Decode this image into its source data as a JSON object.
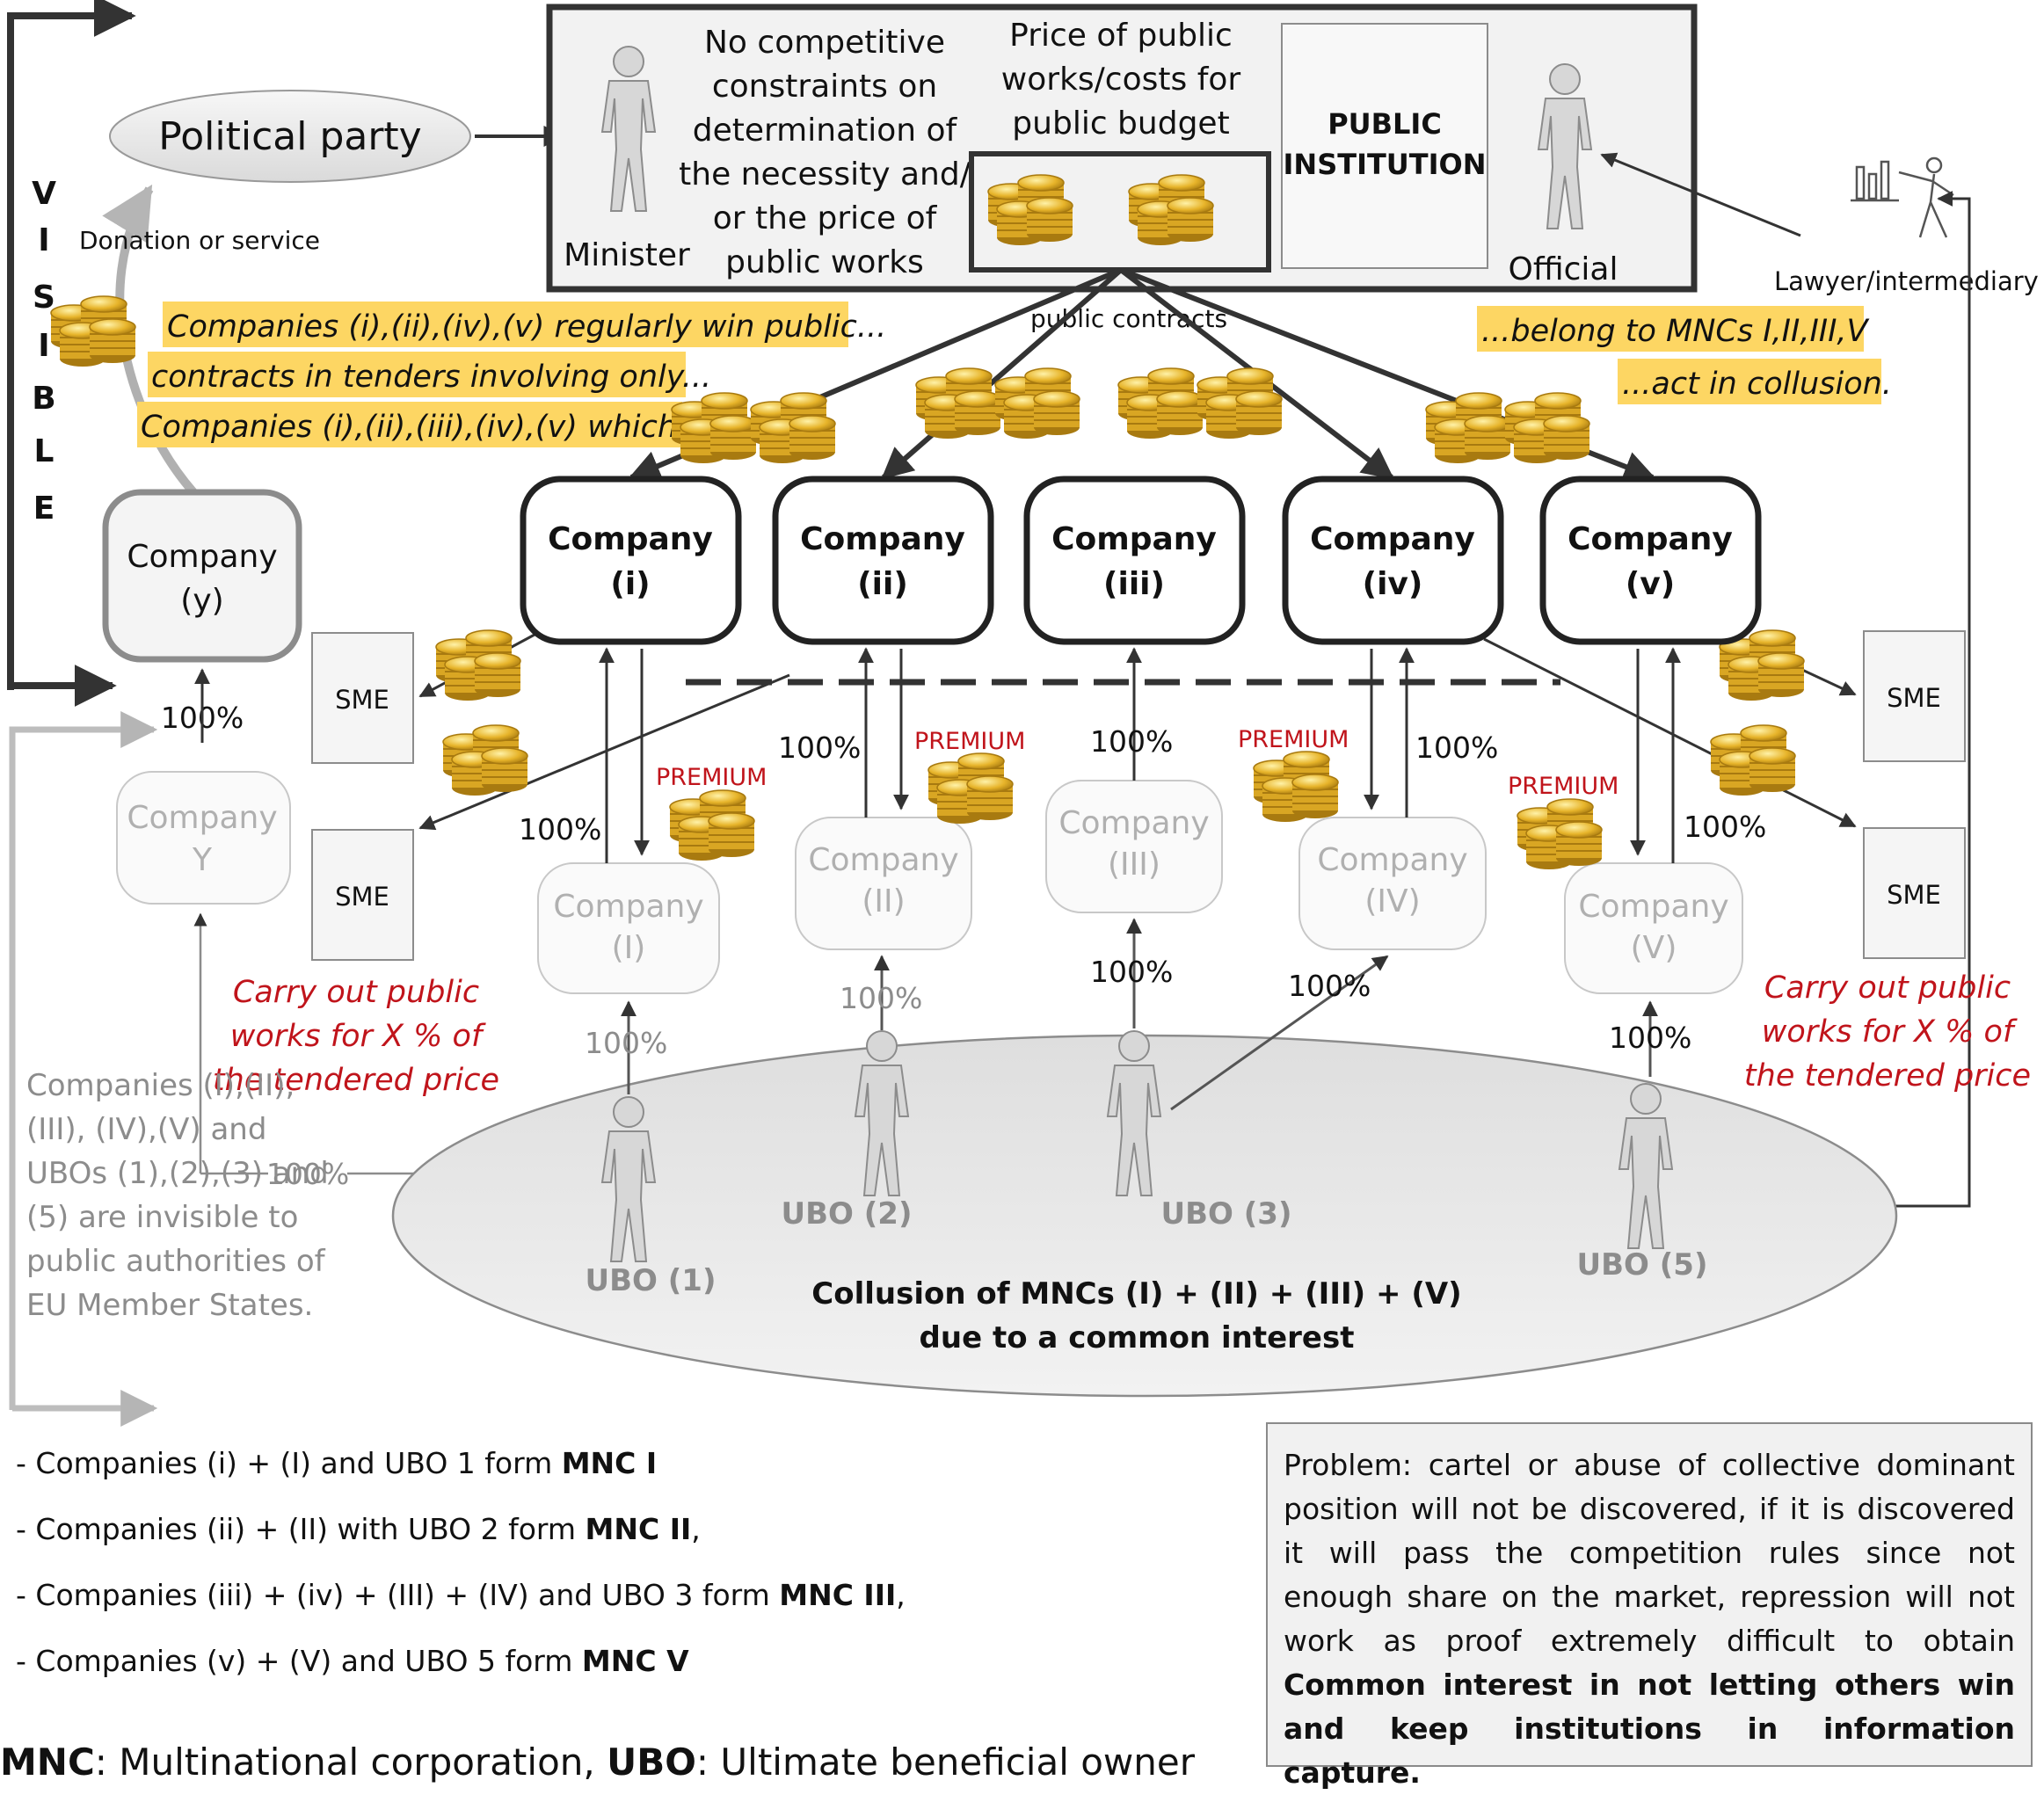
{
  "diagram": {
    "visible_letters": [
      "V",
      "I",
      "S",
      "I",
      "B",
      "L",
      "E"
    ],
    "political_party": "Political party",
    "donation_label": "Donation or service",
    "minister_label": "Minister",
    "no_competitive_lines": [
      "No competitive",
      "constraints on",
      "determination of",
      "the necessity and/",
      "or the price of",
      "public works"
    ],
    "price_lines": [
      "Price of public",
      "works/costs for",
      "public budget"
    ],
    "public_institution_lines": [
      "PUBLIC",
      "INSTITUTION"
    ],
    "official_label": "Official",
    "lawyer_label": "Lawyer/intermediary",
    "public_contracts_label": "public contracts",
    "highlight_left": [
      "Companies (i),(ii),(iv),(v) regularly win public...",
      "contracts in tenders involving only...",
      "Companies (i),(ii),(iii),(iv),(v) which..."
    ],
    "highlight_right": [
      "...belong to MNCs I,II,III,V",
      "...act in collusion."
    ],
    "companies_visible": [
      {
        "line1": "Company",
        "line2": "(i)"
      },
      {
        "line1": "Company",
        "line2": "(ii)"
      },
      {
        "line1": "Company",
        "line2": "(iii)"
      },
      {
        "line1": "Company",
        "line2": "(iv)"
      },
      {
        "line1": "Company",
        "line2": "(v)"
      }
    ],
    "company_y": {
      "line1": "Company",
      "line2": "(y)"
    },
    "company_Y": {
      "line1": "Company",
      "line2": "Y"
    },
    "companies_hidden": [
      {
        "line1": "Company",
        "line2": "(I)"
      },
      {
        "line1": "Company",
        "line2": "(II)"
      },
      {
        "line1": "Company",
        "line2": "(III)"
      },
      {
        "line1": "Company",
        "line2": "(IV)"
      },
      {
        "line1": "Company",
        "line2": "(V)"
      }
    ],
    "sme_label": "SME",
    "premium_label": "PREMIUM",
    "percent_label": "100%",
    "carry_out_lines": [
      "Carry out public",
      "works for X % of",
      "the tendered price"
    ],
    "ubo_labels": [
      "UBO (1)",
      "UBO (2)",
      "UBO (3)",
      "UBO (5)"
    ],
    "collusion_lines": [
      "Collusion of MNCs (I) + (II) + (III) + (V)",
      "due to a common interest"
    ],
    "invisible_note": "Companies (I),(II),(III), (IV),(V) and UBOs (1),(2),(3) and (5) are invisible to public authorities of EU Member States."
  },
  "legend": [
    {
      "text": "- Companies (i) + (I) and UBO 1 form ",
      "bold": "MNC I",
      "tail": ""
    },
    {
      "text": "- Companies (ii) + (II) with UBO 2 form ",
      "bold": "MNC II",
      "tail": ","
    },
    {
      "text": "- Companies (iii) + (iv) + (III) + (IV) and UBO 3 form ",
      "bold": "MNC III",
      "tail": ","
    },
    {
      "text": "- Companies (v) + (V) and UBO 5 form ",
      "bold": "MNC V",
      "tail": ""
    }
  ],
  "problem": {
    "text": "Problem: cartel or abuse of collective dominant position will not be discovered, if it is discovered it will pass the competition rules since not enough share on the market, repression will not work as proof extremely difficult to obtain",
    "bold": "Common interest in not letting others win and keep institutions in information capture."
  },
  "footnote": {
    "abbr1": "MNC",
    "def1": ": Multinational corporation, ",
    "abbr2": "UBO",
    "def2": ": Ultimate beneficial owner"
  },
  "colors": {
    "highlight": "#fdd663",
    "premium": "#c0141b",
    "dark": "#3a3a3a",
    "light": "#bdbdbd",
    "coin": "#e9b92c"
  }
}
